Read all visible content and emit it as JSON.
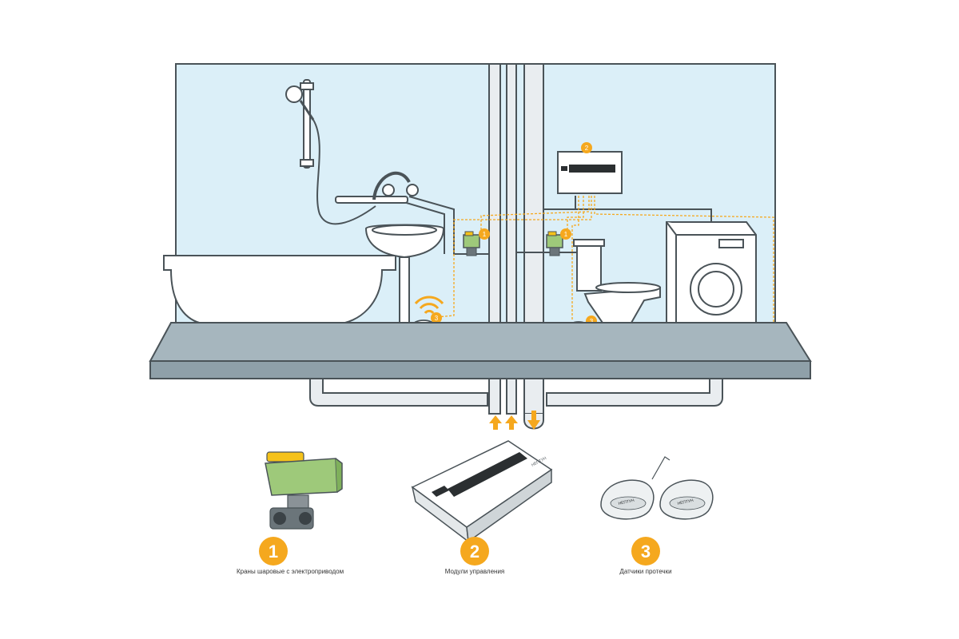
{
  "colors": {
    "wall": "#dbeff8",
    "floor": "#93a6b0",
    "pipe": "#e9edf0",
    "outline": "#4a5358",
    "accent": "#f5a81e",
    "valve_body": "#9ec97a",
    "valve_top": "#f5c21a",
    "wire": "#f5a81e"
  },
  "scene": {
    "badges_valve": "1",
    "badge_module": "2",
    "badge_sensor": "3",
    "module_brand": "НЕПТУН",
    "sensor_brand": "НЕПТУН"
  },
  "legend": [
    {
      "number": "1",
      "caption": "Краны шаровые с электроприводом",
      "icon": "ball-valve-icon"
    },
    {
      "number": "2",
      "caption": "Модули управления",
      "icon": "control-module-icon"
    },
    {
      "number": "3",
      "caption": "Датчики протечки",
      "icon": "leak-sensor-icon"
    }
  ]
}
